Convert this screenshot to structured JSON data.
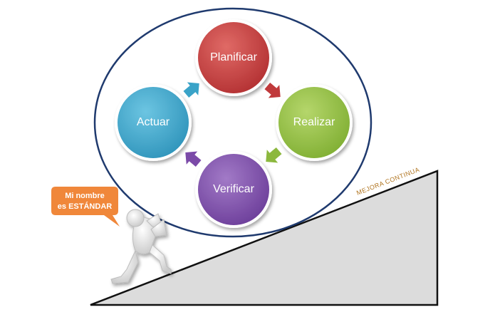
{
  "cycle": {
    "nodes": [
      {
        "id": "planificar",
        "label": "Planificar",
        "color": "#c0393b"
      },
      {
        "id": "realizar",
        "label": "Realizar",
        "color": "#8cb83e"
      },
      {
        "id": "verificar",
        "label": "Verificar",
        "color": "#7b4aa8"
      },
      {
        "id": "actuar",
        "label": "Actuar",
        "color": "#3aa3c8"
      }
    ],
    "arrow_colors": [
      "#c0393b",
      "#8cb83e",
      "#7b4aa8",
      "#3aa3c8"
    ],
    "ring_color": "#1f3a6e"
  },
  "slope": {
    "label": "MEJORA CONTINUA",
    "fill": "#dcdcdc"
  },
  "figure": {
    "speech_bubble": {
      "line1": "Mi nombre",
      "line2": "es ESTÁNDAR",
      "color": "#f0873a"
    }
  }
}
